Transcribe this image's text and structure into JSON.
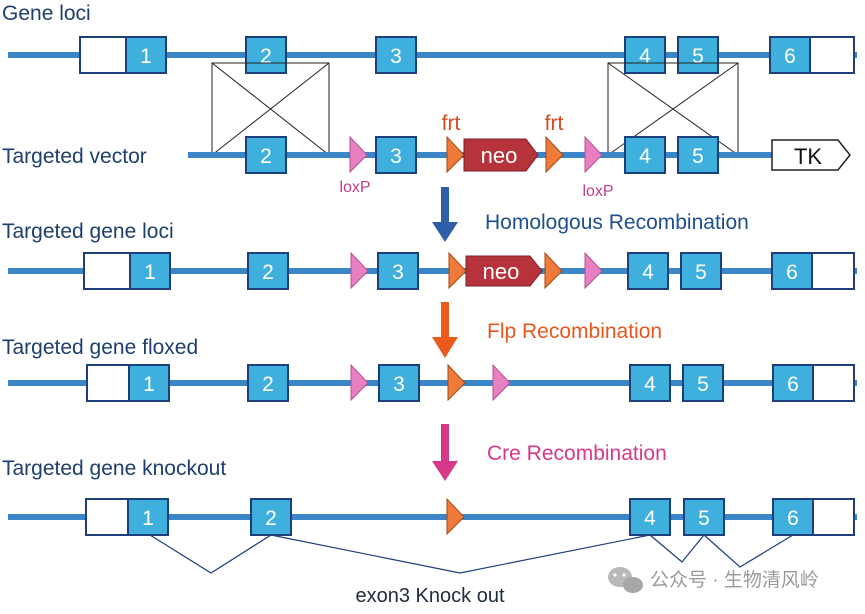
{
  "rows": {
    "gene_loci": {
      "label": "Gene loci",
      "exons": [
        "1",
        "2",
        "3",
        "4",
        "5",
        "6"
      ]
    },
    "targeted_vector": {
      "label": "Targeted vector",
      "exons": [
        "2",
        "3",
        "4",
        "5"
      ],
      "frt_left": "frt",
      "frt_right": "frt",
      "neo": "neo",
      "loxp_left": "loxP",
      "loxp_right": "loxP",
      "tk": "TK"
    },
    "targeted_gene_loci": {
      "label": "Targeted gene loci",
      "exons": [
        "1",
        "2",
        "3",
        "4",
        "5",
        "6"
      ],
      "neo": "neo"
    },
    "targeted_gene_floxed": {
      "label": "Targeted gene floxed",
      "exons": [
        "1",
        "2",
        "3",
        "4",
        "5",
        "6"
      ]
    },
    "targeted_gene_knockout": {
      "label": "Targeted gene knockout",
      "exons": [
        "1",
        "2",
        "4",
        "5",
        "6"
      ]
    }
  },
  "steps": {
    "homologous": "Homologous Recombination",
    "flp": "Flp Recombination",
    "cre": "Cre Recombination"
  },
  "footer": "exon3 Knock out",
  "watermark": "公众号 · 生物清风岭",
  "colors": {
    "line": "#3a86c8",
    "exon_fill": "#3fb0de",
    "exon_border": "#1d3f7a",
    "neo_fill": "#b7333b",
    "frt_fill": "#f07a3a",
    "loxp_fill": "#e87fc0",
    "arrow_homologous": "#2f5ea8",
    "arrow_flp": "#ea5a1c",
    "arrow_cre": "#d6398a",
    "text_dark": "#1e3f6e",
    "text_step_blue": "#1e4f8e",
    "text_step_orange": "#e8561c",
    "text_step_pink": "#d6398a",
    "text_frt": "#d9491a",
    "text_loxp": "#c23b8a"
  }
}
